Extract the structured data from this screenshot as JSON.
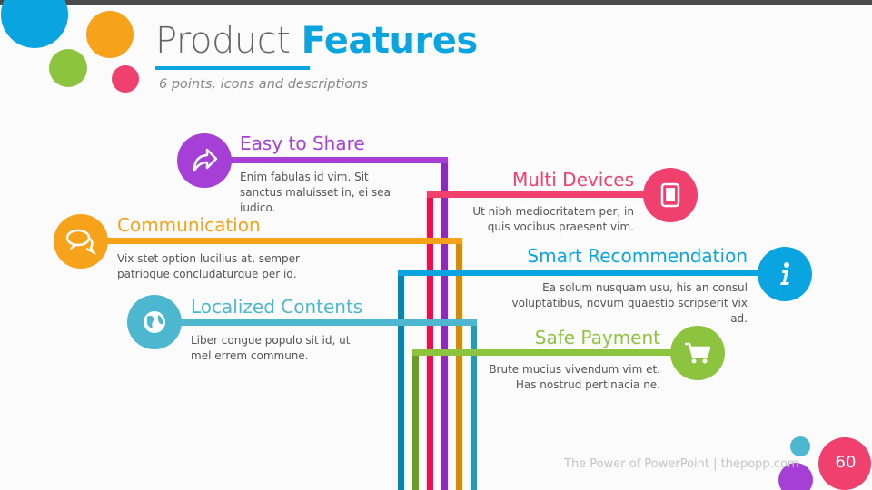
{
  "header": {
    "title_light": "Product",
    "title_bold": "Features",
    "subtitle": "6 points, icons and descriptions"
  },
  "features": [
    {
      "title": "Easy to Share",
      "description": "Enim fabulas id vim. Sit sanctus maluisset in, ei sea iudico.",
      "icon": "share-icon",
      "color": "#a63fd6"
    },
    {
      "title": "Multi Devices",
      "description": "Ut nibh mediocritatem per, in quis vocibus praesent vim.",
      "icon": "tablet-icon",
      "color": "#f0406e"
    },
    {
      "title": "Communication",
      "description": "Vix stet option lucilius at, semper patrioque concludaturque per id.",
      "icon": "chat-icon",
      "color": "#f7a21b"
    },
    {
      "title": "Smart Recommendation",
      "description": "Ea solum nusquam usu, his an consul voluptatibus, novum quaestio scripserit vix ad.",
      "icon": "info-icon",
      "color": "#0aa5e0"
    },
    {
      "title": "Localized Contents",
      "description": "Liber congue populo sit id, ut mel errem commune.",
      "icon": "globe-icon",
      "color": "#4db7d0"
    },
    {
      "title": "Safe Payment",
      "description": "Brute mucius vivendum vim et. Has nostrud pertinacia ne.",
      "icon": "cart-icon",
      "color": "#8cc43f"
    }
  ],
  "footer": {
    "text": "The Power of PowerPoint | thepopp.com",
    "page_number": "60"
  }
}
